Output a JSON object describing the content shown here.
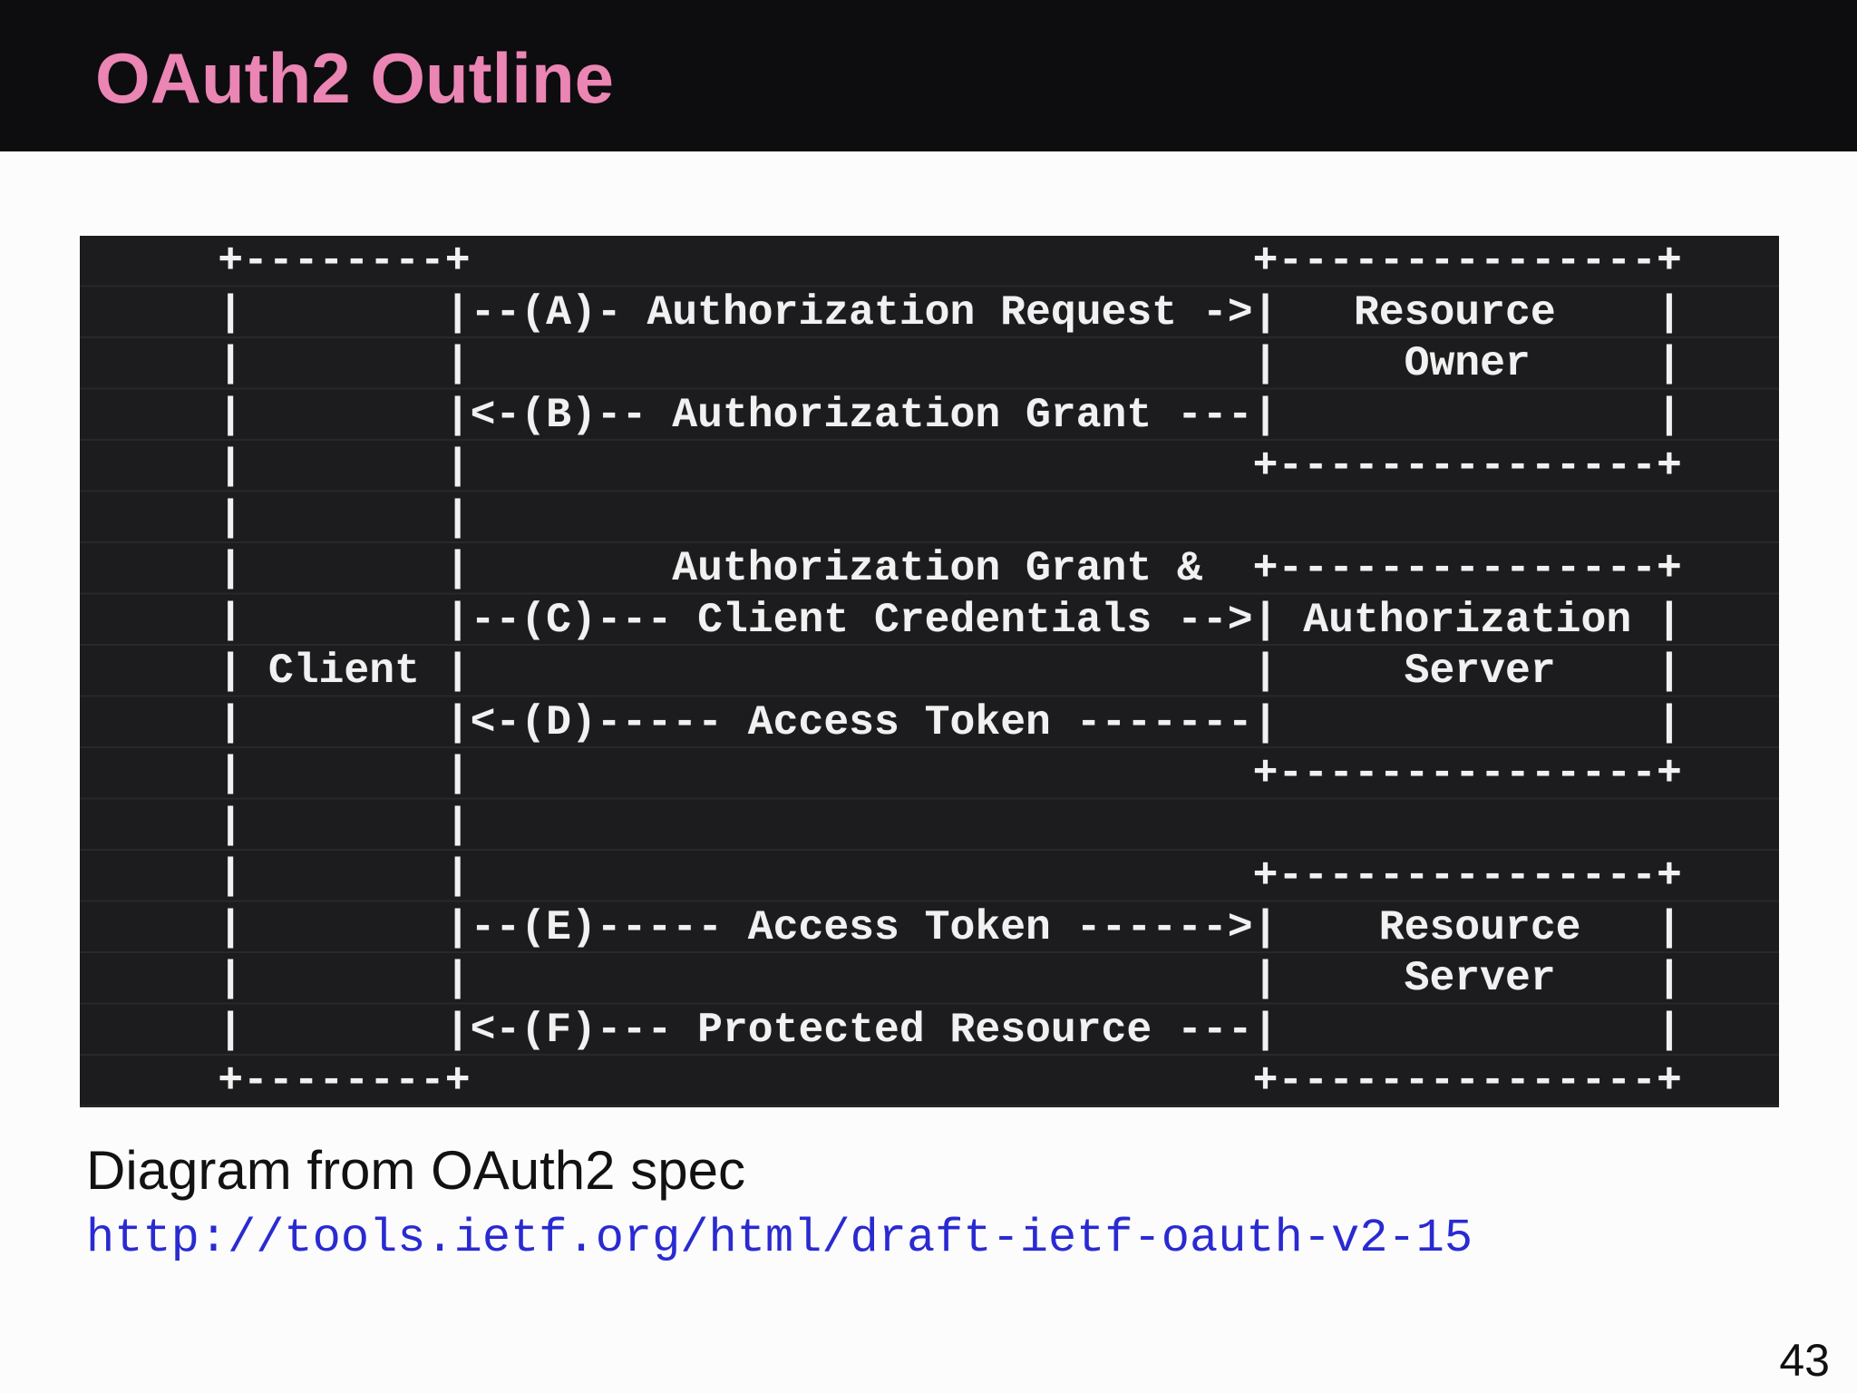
{
  "slide": {
    "title": "OAuth2 Outline",
    "page_number": "43"
  },
  "diagram": {
    "ascii_lines": [
      "     +--------+                               +---------------+",
      "     |        |--(A)- Authorization Request ->|   Resource    |",
      "     |        |                               |     Owner     |",
      "     |        |<-(B)-- Authorization Grant ---|               |",
      "     |        |                               +---------------+",
      "     |        |",
      "     |        |        Authorization Grant &  +---------------+",
      "     |        |--(C)--- Client Credentials -->| Authorization |",
      "     | Client |                               |     Server    |",
      "     |        |<-(D)----- Access Token -------|               |",
      "     |        |                               +---------------+",
      "     |        |",
      "     |        |                               +---------------+",
      "     |        |--(E)----- Access Token ------>|    Resource   |",
      "     |        |                               |     Server    |",
      "     |        |<-(F)--- Protected Resource ---|               |",
      "     +--------+                               +---------------+"
    ]
  },
  "caption": {
    "text": "Diagram from OAuth2 spec",
    "url": "http://tools.ietf.org/html/draft-ietf-oauth-v2-15"
  },
  "colors": {
    "header_bg": "#0d0c0e",
    "title_pink": "#ea85b4",
    "panel_bg": "#1c1b1d",
    "panel_text": "#f1f1f1",
    "caption_black": "#121212",
    "link_blue": "#2a2ad2",
    "page_bg": "#fcfcfc"
  }
}
